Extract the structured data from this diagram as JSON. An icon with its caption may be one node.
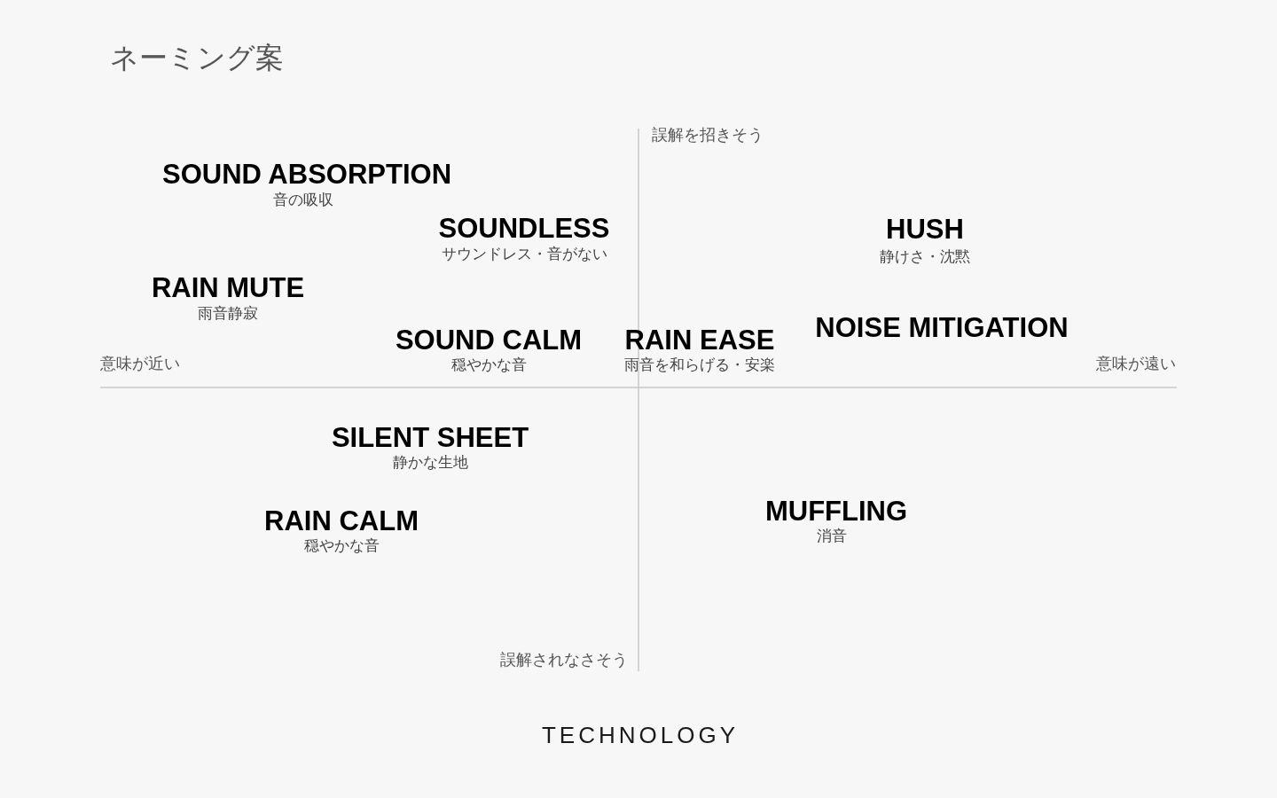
{
  "diagram": {
    "title": "ネーミング案",
    "labels": [
      "誤解を招きそう",
      "SOUND ABSORPTION",
      "音の吸収",
      "SOUNDLESS",
      "サウンドレス・音がない",
      "HUSH",
      "静けさ・沈黙",
      "RAIN MUTE",
      "雨音静寂",
      "NOISE MITIGATION",
      "SOUND CALM",
      "RAIN EASE",
      "意味が近い",
      "穏やかな音",
      "雨音を和らげる・安楽",
      "意味が遠い",
      "SILENT SHEET",
      "静かな生地",
      "RAIN CALM",
      "穏やかな音",
      "MUFFLING",
      "消音",
      "誤解されなさそう",
      "TECHNOLOGY"
    ]
  }
}
